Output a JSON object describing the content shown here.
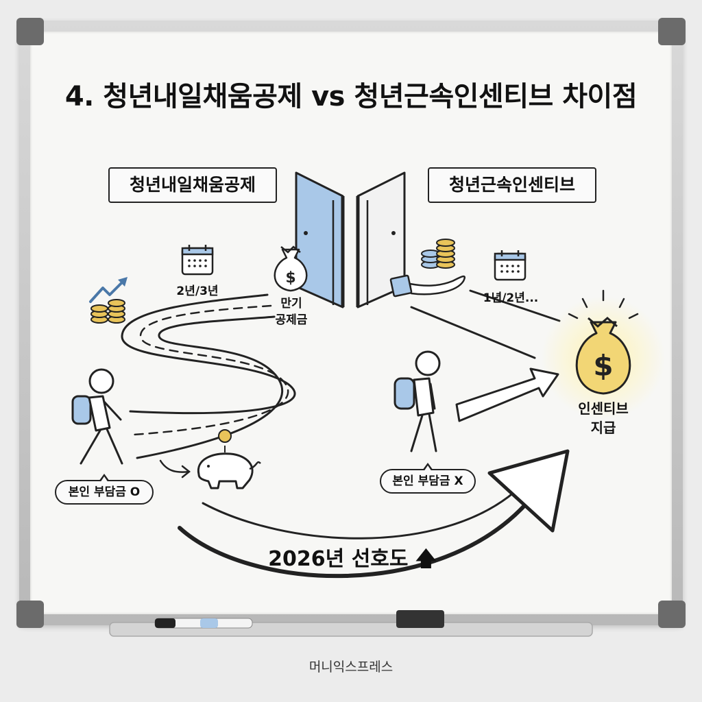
{
  "title": "4. 청년내일채움공제 vs 청년근속인센티브 차이점",
  "left_label": "청년내일채움공제",
  "right_label": "청년근속인센티브",
  "left_period": "2년/3년",
  "right_period": "1년/2년...",
  "maturity_line1": "만기",
  "maturity_line2": "공제금",
  "incentive_line1": "인센티브",
  "incentive_line2": "지급",
  "left_contribution": "본인 부담금 O",
  "right_contribution": "본인 부담금 X",
  "preference": "2026년 선호도",
  "preference_arrow": "🡅",
  "footer": "머니익스프레스",
  "colors": {
    "accent_blue": "#a9c8e8",
    "gold": "#e9c45a",
    "glow": "#fff3b0"
  }
}
